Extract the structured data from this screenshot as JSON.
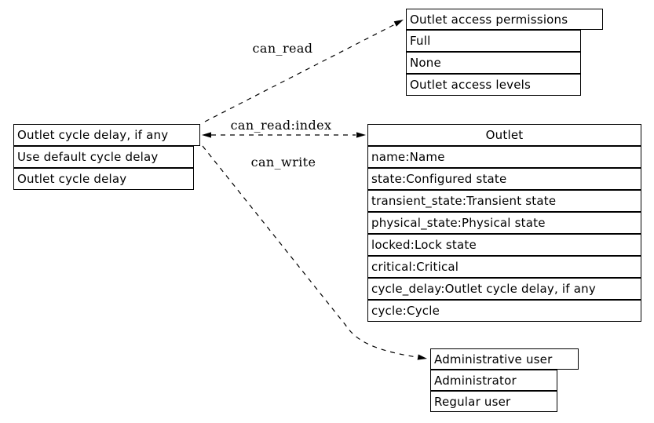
{
  "colors": {
    "background": "#ffffff",
    "line": "#000000",
    "text": "#000000"
  },
  "tables": {
    "cycle_delay": {
      "header": "Outlet cycle delay, if any",
      "rows": [
        "Use default cycle delay",
        "Outlet cycle delay"
      ]
    },
    "access_permissions": {
      "header": "Outlet access permissions",
      "rows": [
        "Full",
        "None",
        "Outlet access levels"
      ]
    },
    "outlet": {
      "header": "Outlet",
      "rows": [
        "name:Name",
        "state:Configured state",
        "transient_state:Transient state",
        "physical_state:Physical state",
        "locked:Lock state",
        "critical:Critical",
        "cycle_delay:Outlet cycle delay, if any",
        "cycle:Cycle"
      ]
    },
    "admin_user": {
      "header": "Administrative user",
      "rows": [
        "Administrator",
        "Regular user"
      ]
    }
  },
  "edges": {
    "can_read": {
      "label": "can_read",
      "from": "Outlet cycle delay, if any",
      "to": "Outlet access permissions",
      "arrowheads": "end",
      "style": "dashed"
    },
    "can_read_index": {
      "label": "can_read:index",
      "from": "Outlet cycle delay, if any",
      "to": "Outlet",
      "arrowheads": "both",
      "style": "dashed"
    },
    "can_write": {
      "label": "can_write",
      "from": "Outlet cycle delay, if any",
      "to": "Administrative user",
      "arrowheads": "end",
      "style": "dashed"
    }
  }
}
